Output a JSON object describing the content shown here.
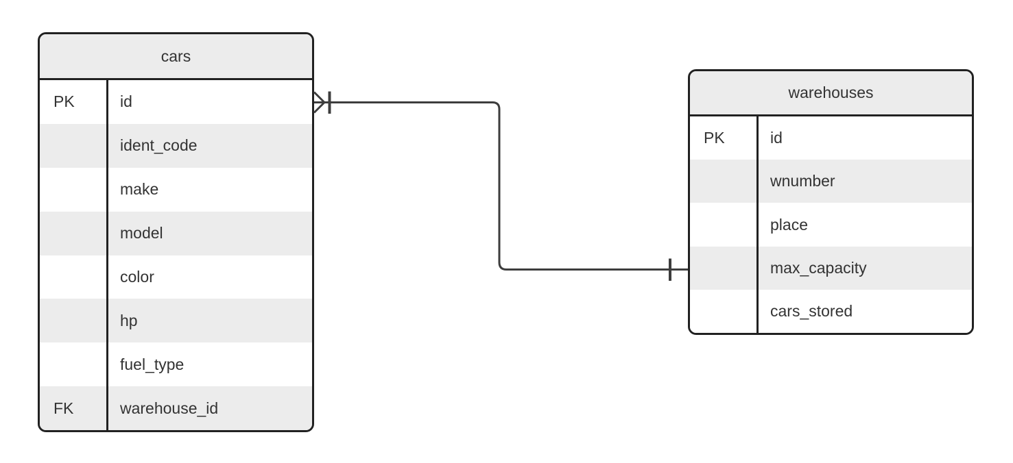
{
  "diagram": {
    "type": "entity-relationship",
    "background_color": "#ffffff",
    "colors": {
      "entity_fill": "#ececec",
      "row_even_fill": "#ececec",
      "row_odd_fill": "#ffffff",
      "border": "#212121",
      "relationship_line": "#3d3d3d",
      "text": "#333333"
    }
  },
  "entities": {
    "cars": {
      "name": "cars",
      "rows": [
        {
          "key": "PK",
          "name": "id"
        },
        {
          "key": "",
          "name": "ident_code"
        },
        {
          "key": "",
          "name": "make"
        },
        {
          "key": "",
          "name": "model"
        },
        {
          "key": "",
          "name": "color"
        },
        {
          "key": "",
          "name": "hp"
        },
        {
          "key": "",
          "name": "fuel_type"
        },
        {
          "key": "FK",
          "name": "warehouse_id"
        }
      ]
    },
    "warehouses": {
      "name": "warehouses",
      "rows": [
        {
          "key": "PK",
          "name": "id"
        },
        {
          "key": "",
          "name": "wnumber"
        },
        {
          "key": "",
          "name": "place"
        },
        {
          "key": "",
          "name": "max_capacity"
        },
        {
          "key": "",
          "name": "cars_stored"
        }
      ]
    }
  },
  "relationship": {
    "between": "cars — warehouses",
    "cars_end_notation": "many (crow's foot with bar)",
    "warehouses_end_notation": "one (single bar)"
  }
}
